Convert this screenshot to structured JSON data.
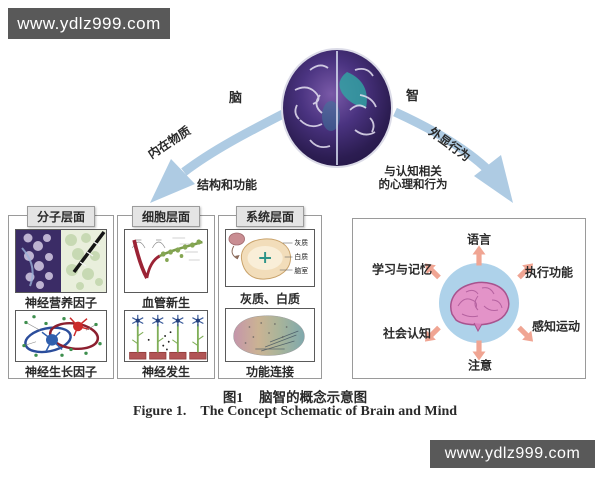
{
  "watermark": {
    "text": "www.ydlz999.com"
  },
  "colors": {
    "banner_bg": "#595959",
    "flow_arrow_blue": "#aecbe3",
    "mind_circle_blue": "#aed2ea",
    "mind_arrow_salmon": "#f0a593",
    "mind_brain_pink": "#e393c8",
    "header_bg": "#e4e4e4"
  },
  "top_section": {
    "left_node": "脑",
    "right_node": "智",
    "left_arrow_label": "内在物质",
    "left_arrow_sublabel": "结构和功能",
    "right_arrow_label": "外显行为",
    "right_arrow_sublabel_line1": "与认知相关",
    "right_arrow_sublabel_line2": "的心理和行为"
  },
  "brain_panel": {
    "columns": [
      {
        "header": "分子层面",
        "items": [
          {
            "caption": "神经营养因子"
          },
          {
            "caption": "神经生长因子"
          }
        ]
      },
      {
        "header": "细胞层面",
        "items": [
          {
            "caption": "血管新生"
          },
          {
            "caption": "神经发生"
          }
        ]
      },
      {
        "header": "系统层面",
        "items": [
          {
            "caption": "灰质、白质",
            "annotations": [
              "灰质",
              "白质",
              "脑室"
            ]
          },
          {
            "caption": "功能连接"
          }
        ]
      }
    ]
  },
  "mind_panel": {
    "labels": [
      {
        "text": "语言",
        "position": "top"
      },
      {
        "text": "执行功能",
        "position": "top-right"
      },
      {
        "text": "感知运动",
        "position": "bottom-right"
      },
      {
        "text": "注意",
        "position": "bottom"
      },
      {
        "text": "社会认知",
        "position": "bottom-left"
      },
      {
        "text": "学习与记忆",
        "position": "top-left"
      }
    ]
  },
  "figure_caption": {
    "zh_label": "图1",
    "zh_title": "脑智的概念示意图",
    "en_label": "Figure 1.",
    "en_title": "The Concept Schematic of Brain and Mind"
  }
}
